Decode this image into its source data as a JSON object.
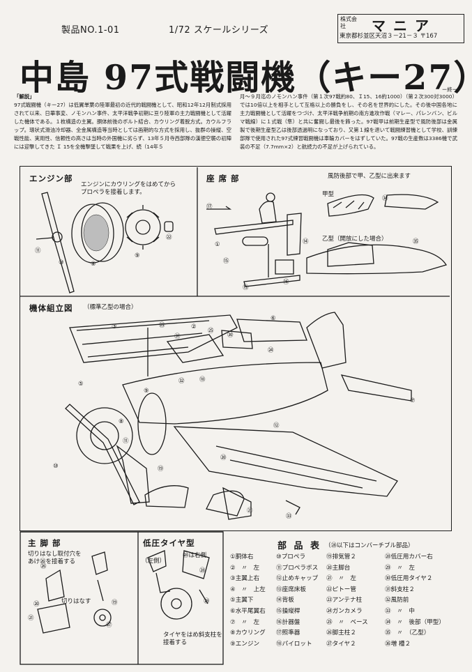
{
  "header": {
    "product_no": "製品NO.1-01",
    "series": "1/72 スケールシリーズ",
    "maker_kabushiki": "株式会社",
    "maker_name": "マニア",
    "maker_address": "東京都杉並区天沼３－21－３ 〒167"
  },
  "title": "中島 97式戦闘機（キー27）",
  "intro": {
    "heading": "「解説」",
    "left": "97式戦闘機（キー27）は低翼単葉の陸軍最初の近代的戦闘機として、昭和12年12月制式採用されて以来、日華事変、ノモンハン事件、太平洋戦争初期に亘り陸軍の主力戦闘機として活躍した機体である。１枚構造の主翼。胴体前後のボルト結合、カウリング着脱方式。カウルフラップ。環状式滑油冷却器、全金属構造等当時としては画期的な方式を採用し、抜群の操縦、空戦性能、実用性、信頼性の高さは当時の外国機に劣らず、13年５月寺西部隊の漢徳空襲の初陣には迎撃してきた Ｉ 15を全機撃墜して戦果を上げ、続（14年５",
    "right": "月～９月迄のノモンハン事件（第１次97戦約80、Ｉ15、16約1000）（第２次300対3000）では10倍以上を相手として互格以上の勝負をし、その名を世界的にした。その後中国各地に主力戦闘機として活躍をつづけ、太平洋戦争前期の南方進攻作戦（マレー、パレンバン、ビルマ戦線）に１式戦（隼）と共に奮闘し最後を飾った。97戦甲は前期生産型で風防後部は金属製で後期生産型乙は後部透過明になっており、又第１線を退いて戦闘練習機として学校、訓練部隊で使用された97式練習戦闘機は車輪カバーをはずしていた。97戦の生産数は3386機で武装の不足（7.7mm×2）と航続力の不足が上げられている。",
    "end": "ー終ー"
  },
  "sections": {
    "engine": {
      "label": "エンジン部",
      "note": "エンジンにカウリングをはめてから\nプロペラを接着します。"
    },
    "seat": {
      "label": "座 席 部",
      "note_canopy": "風防後部で甲、乙型に出来ます",
      "type_a": "甲型",
      "type_b": "乙型（開放にした場合）"
    },
    "fuselage": {
      "label": "機体組立図",
      "sublabel": "（標準乙型の場合）"
    },
    "main_gear": {
      "label": "主 脚 部",
      "note1": "切りはなし取付穴を\nあけ㉖を接着する",
      "note2": "切りはなす"
    },
    "low_tire": {
      "label": "低圧タイヤ型",
      "left": "（左側）",
      "right": "㉘は右側",
      "note": "タイヤをはめ斜支柱を\n接着する"
    }
  },
  "callouts": {
    "engine": [
      "⑪",
      "⑩",
      "⑧",
      "⑨",
      "㉒"
    ],
    "seat": [
      "⑰",
      "①",
      "⑮",
      "⑭",
      "⑯",
      "⑬",
      "㉞",
      "㉟"
    ],
    "fuselage": [
      "②",
      "③",
      "⑤",
      "⑥",
      "⑦",
      "⑧",
      "⑨",
      "⑩",
      "⑪",
      "⑫",
      "⑱",
      "⑲",
      "⑳",
      "㉑",
      "㉓",
      "㉔",
      "㉕",
      "㉚",
      "㉛",
      "㉜",
      "㉝"
    ],
    "gear": [
      "⑳",
      "㉖",
      "㉑",
      "⑲",
      "㉗",
      "㉘",
      "㉙"
    ]
  },
  "parts_table": {
    "title": "部 品 表",
    "note": "（㉘以下はコンバーチブル部品）",
    "columns": [
      [
        "①胴体右",
        "②　〃　左",
        "③主翼上右",
        "④　〃　上左",
        "⑤主翼下",
        "⑥水平尾翼右",
        "⑦　〃　左",
        "⑧カウリング",
        "⑨エンジン"
      ],
      [
        "⑩プロペラ",
        "⑪プロペラボス",
        "⑫止めキャップ",
        "⑬座席床板",
        "⑭背板",
        "⑮操縦桿",
        "⑯計器盤",
        "⑰照準器",
        "⑱パイロット"
      ],
      [
        "⑲排気管２",
        "⑳主脚台",
        "㉑　〃　左",
        "㉒ピトー管",
        "㉓アンテナ柱",
        "㉔ガンカメラ",
        "㉕　〃　ベース",
        "㉖脚主柱２",
        "㉗タイヤ２"
      ],
      [
        "㉘低圧用カバー右",
        "㉙　〃　左",
        "㉚低圧用タイヤ２",
        "㉛斜支柱２",
        "㉜風防前",
        "㉝　〃　中",
        "㉞　〃　後部（甲型）",
        "㉟　〃　（乙型）",
        "㊱増 槽２"
      ]
    ]
  },
  "colors": {
    "ink": "#1a1a1a",
    "paper": "#f4f2ee"
  }
}
